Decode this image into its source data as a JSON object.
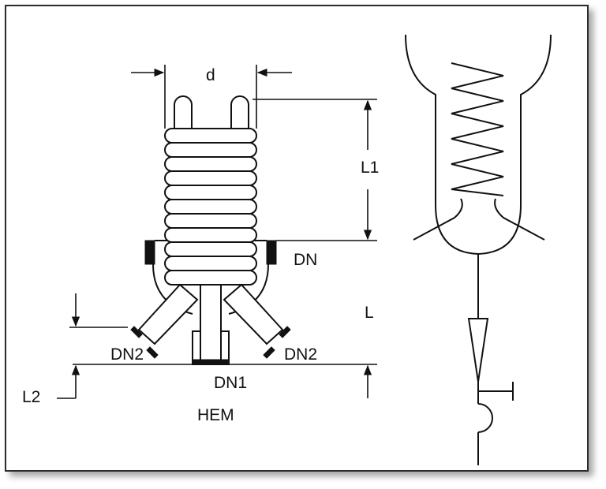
{
  "labels": {
    "d": "d",
    "L1": "L1",
    "DN": "DN",
    "L": "L",
    "DN2_left": "DN2",
    "DN2_right": "DN2",
    "DN1": "DN1",
    "L2": "L2",
    "HEM": "HEM"
  }
}
